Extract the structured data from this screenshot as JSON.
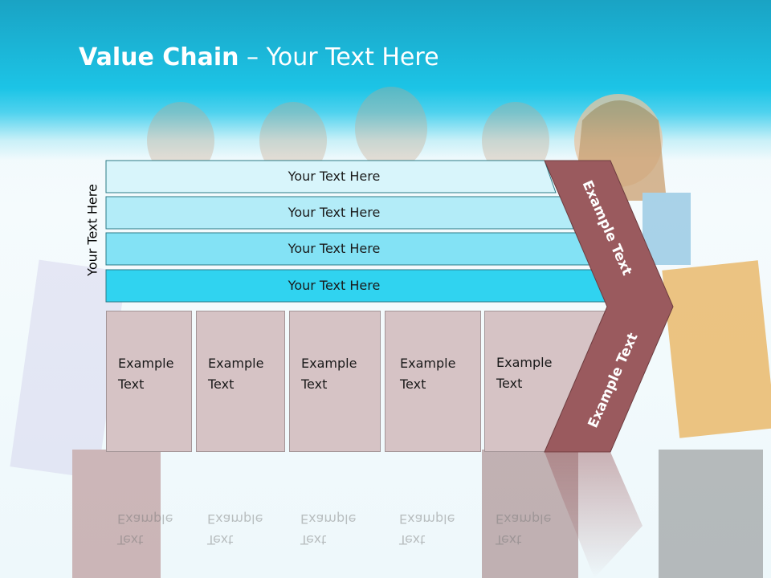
{
  "slide": {
    "title_bold": "Value Chain",
    "title_rest": " – Your Text Here",
    "side_label": "Your Text Here",
    "bars": [
      {
        "label": "Your Text Here",
        "color": "#d8f5fb"
      },
      {
        "label": "Your Text Here",
        "color": "#b3ecf8"
      },
      {
        "label": "Your Text Here",
        "color": "#83e2f5"
      },
      {
        "label": "Your Text Here",
        "color": "#30d3f0"
      }
    ],
    "columns": [
      {
        "line1": "Example",
        "line2": "Text"
      },
      {
        "line1": "Example",
        "line2": "Text"
      },
      {
        "line1": "Example",
        "line2": "Text"
      },
      {
        "line1": "Example",
        "line2": "Text"
      },
      {
        "line1": "Example",
        "line2": "Text"
      }
    ],
    "arrow_top_label": "Example Text",
    "arrow_bottom_label": "Example Text",
    "arrow_color": "#9a5a5e",
    "column_color": "#d6c3c5"
  }
}
